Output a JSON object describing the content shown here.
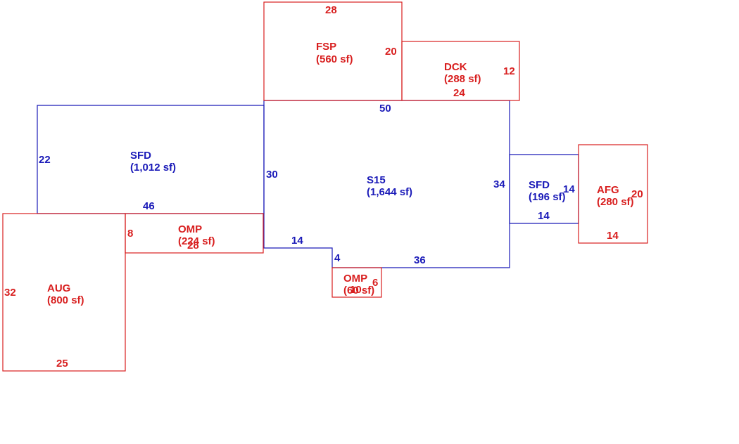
{
  "colors": {
    "living": "#1a1ab8",
    "other": "#d81e1e",
    "background": "#ffffff"
  },
  "areas": {
    "fsp": {
      "code": "FSP",
      "area": "(560 sf)",
      "dims": [
        "28",
        "20"
      ]
    },
    "dck": {
      "code": "DCK",
      "area": "(288 sf)",
      "dims": [
        "12",
        "24"
      ]
    },
    "sfd_left": {
      "code": "SFD",
      "area": "(1,012 sf)",
      "dims": [
        "22",
        "46"
      ]
    },
    "s15": {
      "code": "S15",
      "area": "(1,644 sf)",
      "dims": [
        "50",
        "30",
        "34",
        "14",
        "4",
        "36"
      ]
    },
    "sfd_right": {
      "code": "SFD",
      "area": "(196 sf)",
      "dims": [
        "14",
        "14"
      ]
    },
    "afg": {
      "code": "AFG",
      "area": "(280 sf)",
      "dims": [
        "20",
        "14"
      ]
    },
    "omp_left": {
      "code": "OMP",
      "area": "(224 sf)",
      "dims": [
        "8",
        "28"
      ]
    },
    "omp_small": {
      "code": "OMP",
      "area": "(60 sf)",
      "dims": [
        "10",
        "6"
      ]
    },
    "aug": {
      "code": "AUG",
      "area": "(800 sf)",
      "dims": [
        "32",
        "25"
      ]
    }
  }
}
